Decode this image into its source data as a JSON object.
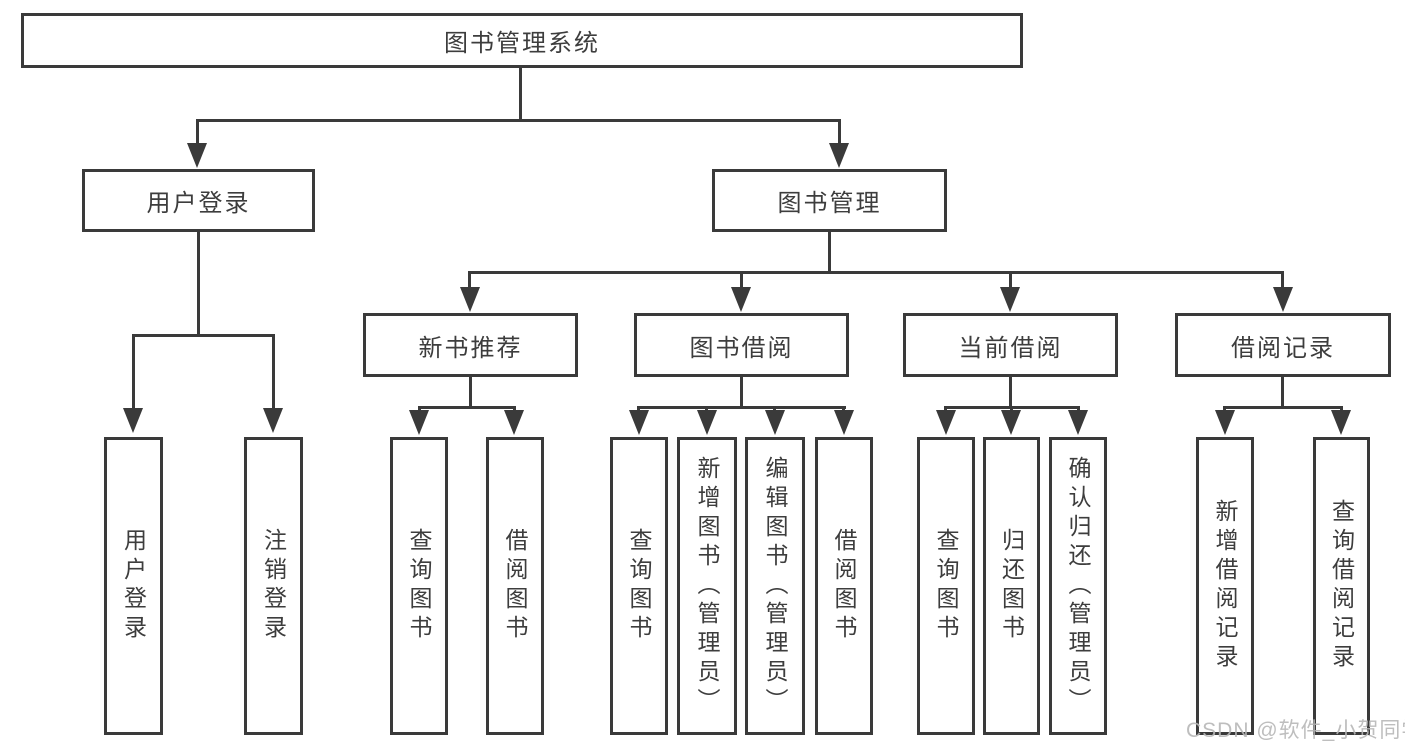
{
  "colors": {
    "line": "#3a3a3a",
    "text": "#3d3d3d",
    "watermark": "#b7b7b7"
  },
  "diagram": {
    "root": {
      "label": "图书管理系统"
    },
    "branches": [
      {
        "label": "用户登录",
        "children": [
          {
            "label": "用户登录"
          },
          {
            "label": "注销登录"
          }
        ]
      },
      {
        "label": "图书管理",
        "children": [
          {
            "label": "新书推荐",
            "children": [
              {
                "label": "查询图书"
              },
              {
                "label": "借阅图书"
              }
            ]
          },
          {
            "label": "图书借阅",
            "children": [
              {
                "label": "查询图书"
              },
              {
                "label": "新增图书（管理员）"
              },
              {
                "label": "编辑图书（管理员）"
              },
              {
                "label": "借阅图书"
              }
            ]
          },
          {
            "label": "当前借阅",
            "children": [
              {
                "label": "查询图书"
              },
              {
                "label": "归还图书"
              },
              {
                "label": "确认归还（管理员）"
              }
            ]
          },
          {
            "label": "借阅记录",
            "children": [
              {
                "label": "新增借阅记录"
              },
              {
                "label": "查询借阅记录"
              }
            ]
          }
        ]
      }
    ]
  },
  "watermark": {
    "text": "CSDN @软件_小贺同学"
  }
}
